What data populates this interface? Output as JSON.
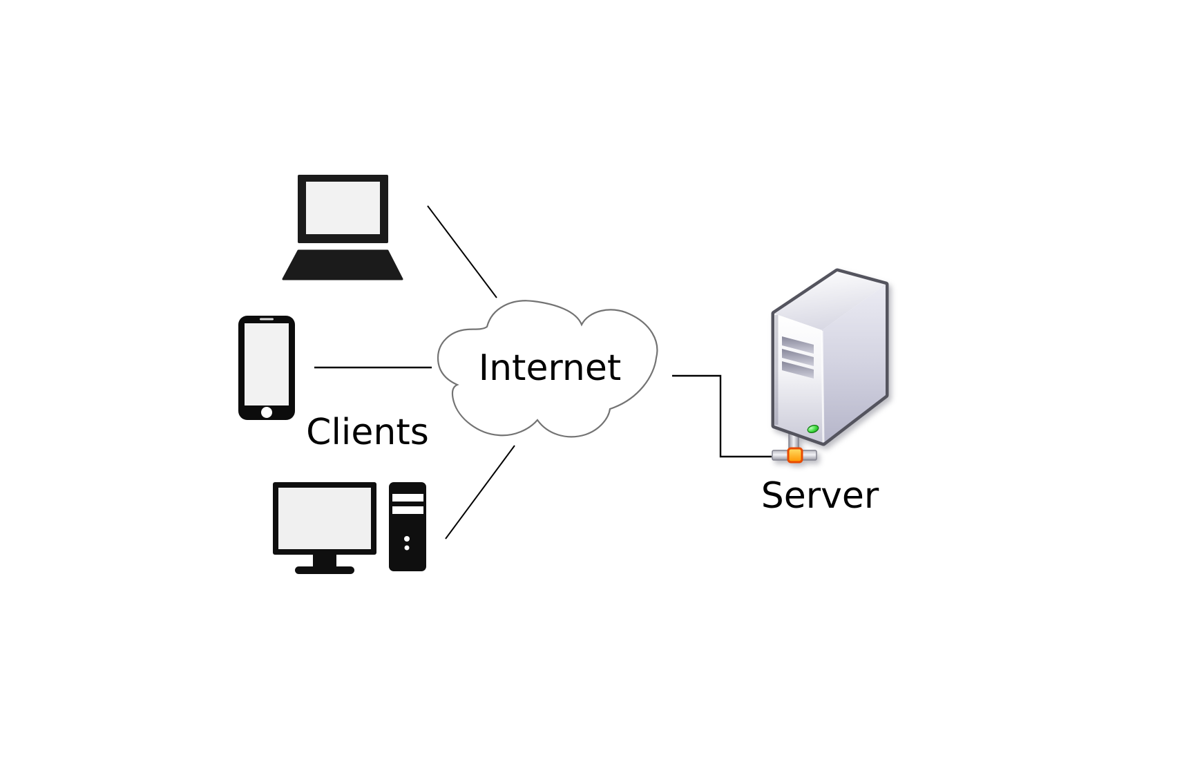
{
  "diagram": {
    "type": "client-server-network",
    "background": "#ffffff",
    "labels": {
      "internet": "Internet",
      "clients": "Clients",
      "server": "Server"
    },
    "nodes": [
      {
        "id": "laptop",
        "icon": "laptop-icon",
        "group": "clients"
      },
      {
        "id": "smartphone",
        "icon": "smartphone-icon",
        "group": "clients"
      },
      {
        "id": "desktop",
        "icon": "desktop-computer-icon",
        "group": "clients"
      },
      {
        "id": "internet",
        "icon": "cloud-icon",
        "label": "Internet"
      },
      {
        "id": "server",
        "icon": "server-tower-icon",
        "label": "Server"
      }
    ],
    "edges": [
      {
        "from": "laptop",
        "to": "internet"
      },
      {
        "from": "smartphone",
        "to": "internet"
      },
      {
        "from": "desktop",
        "to": "internet"
      },
      {
        "from": "internet",
        "to": "server"
      }
    ],
    "colors": {
      "icon_black": "#141414",
      "screen_fill": "#f2f2f2",
      "line": "#000000",
      "cloud_stroke": "#737373",
      "cloud_fill": "#ffffff",
      "server_outline": "#54545e",
      "led_green": "#2db82d",
      "connector_orange": "#ffaa33",
      "connector_border": "#e84a00",
      "text": "#000000"
    }
  }
}
